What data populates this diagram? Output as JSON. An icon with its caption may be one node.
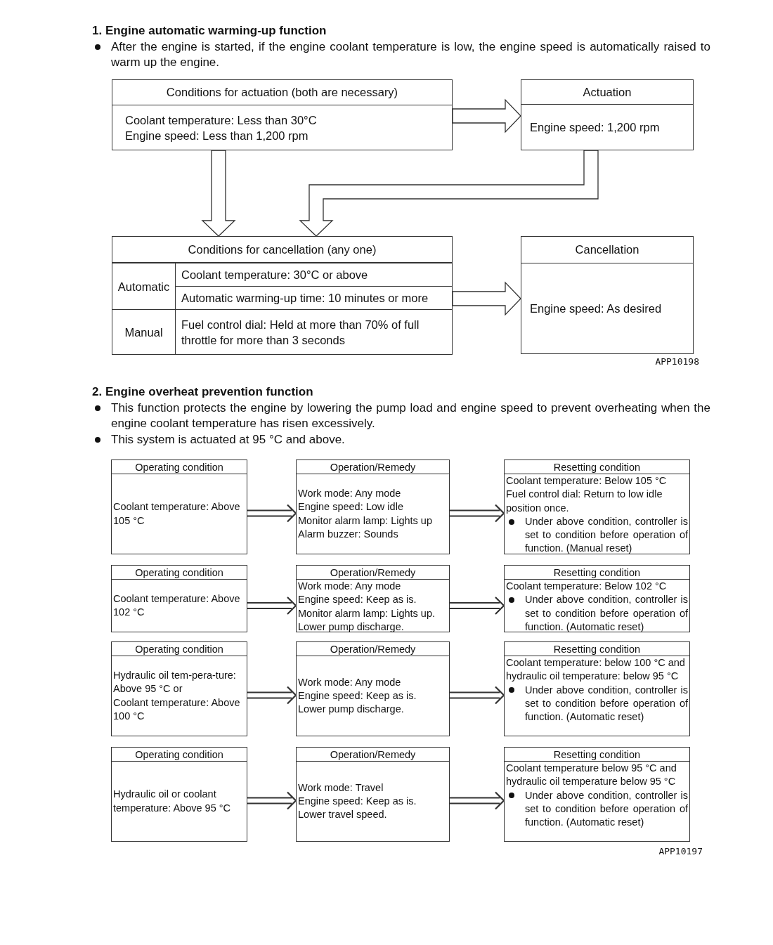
{
  "diagram": {
    "nodes": [
      {
        "text": [
          "Conditions for actuation (both are necessary)",
          "Coolant temperature: Less than 30°C",
          "Engine speed: Less than 1,200 rpm"
        ]
      },
      {
        "text": [
          "Actuation",
          "Engine speed: 1,200 rpm"
        ]
      },
      {
        "text": [
          "Conditions for cancellation (any one)",
          "Automatic",
          "Coolant temperature: 30°C or above",
          "Automatic warming-up time: 10 minutes or more",
          "Manual",
          "Fuel control dial: Held at more than 70% of full throttle for more than 3 seconds"
        ]
      },
      {
        "text": [
          "Cancellation",
          "Engine speed: As desired"
        ]
      },
      {
        "text": [
          "Operating condition",
          "Coolant temperature: Above 105 °C"
        ]
      },
      {
        "text": [
          "Operation/Remedy",
          "Work mode: Any mode",
          "Engine speed: Low idle",
          "Monitor alarm lamp: Lights up",
          "Alarm buzzer: Sounds"
        ]
      },
      {
        "text": [
          "Resetting condition",
          "Coolant temperature: Below 105 °C",
          "Fuel control dial: Return to low idle position once.",
          "Under above condition, controller is set to condition before operation of function. (Manual reset)"
        ]
      },
      {
        "text": [
          "Operating condition",
          "Coolant temperature: Above 102 °C"
        ]
      },
      {
        "text": [
          "Operation/Remedy",
          "Work mode: Any mode",
          "Engine speed: Keep as is.",
          "Monitor alarm lamp: Lights up.",
          "Lower pump discharge."
        ]
      },
      {
        "text": [
          "Resetting condition",
          "Coolant temperature: Below 102 °C",
          "Under above condition, controller is set to condition before operation of function. (Automatic reset)"
        ]
      },
      {
        "text": [
          "Operating condition",
          "Hydraulic oil tem-pera-ture: Above 95 °C or",
          "Coolant temperature: Above 100 °C"
        ]
      },
      {
        "text": [
          "Operation/Remedy",
          "Work mode: Any mode",
          "Engine speed: Keep as is.",
          "Lower pump discharge."
        ]
      },
      {
        "text": [
          "Resetting condition",
          "Coolant temperature: below 100 °C and hydraulic oil temperature: below 95 °C",
          "Under above condition, controller is set to condition before operation of function. (Automatic reset)"
        ]
      },
      {
        "text": [
          "Operating condition",
          "Hydraulic oil or coolant temperature: Above 95 °C"
        ]
      },
      {
        "text": [
          "Operation/Remedy",
          "Work mode: Travel",
          "Engine speed: Keep as is.",
          "Lower travel speed."
        ]
      },
      {
        "text": [
          "Resetting condition",
          "Coolant temperature below 95 °C and hydraulic oil temperature below 95 °C",
          "Under above condition, controller is set to condition before operation of function. (Automatic reset)"
        ]
      }
    ],
    "edges": [
      {
        "from": 0,
        "to": 1,
        "arrow": "to"
      },
      {
        "from": 0,
        "to": 2,
        "arrow": "to"
      },
      {
        "from": 1,
        "to": 2,
        "arrow": "to"
      },
      {
        "from": 2,
        "to": 3,
        "arrow": "to"
      },
      {
        "from": 4,
        "to": 5,
        "arrow": "to"
      },
      {
        "from": 5,
        "to": 6,
        "arrow": "to"
      },
      {
        "from": 7,
        "to": 8,
        "arrow": "to"
      },
      {
        "from": 8,
        "to": 9,
        "arrow": "to"
      },
      {
        "from": 10,
        "to": 11,
        "arrow": "to"
      },
      {
        "from": 11,
        "to": 12,
        "arrow": "to"
      },
      {
        "from": 13,
        "to": 14,
        "arrow": "to"
      },
      {
        "from": 14,
        "to": 15,
        "arrow": "to"
      }
    ],
    "labels": [
      "1. Engine automatic warming-up function",
      "After the engine is started, if the engine coolant temperature is low, the engine speed is automatically raised to warm up the engine.",
      "APP10198",
      "2. Engine overheat prevention function",
      "This function protects the engine by lowering the pump load and engine speed to prevent overheating when the engine coolant temperature has risen excessively.",
      "This system is actuated at 95 °C and above.",
      "APP10197"
    ]
  }
}
